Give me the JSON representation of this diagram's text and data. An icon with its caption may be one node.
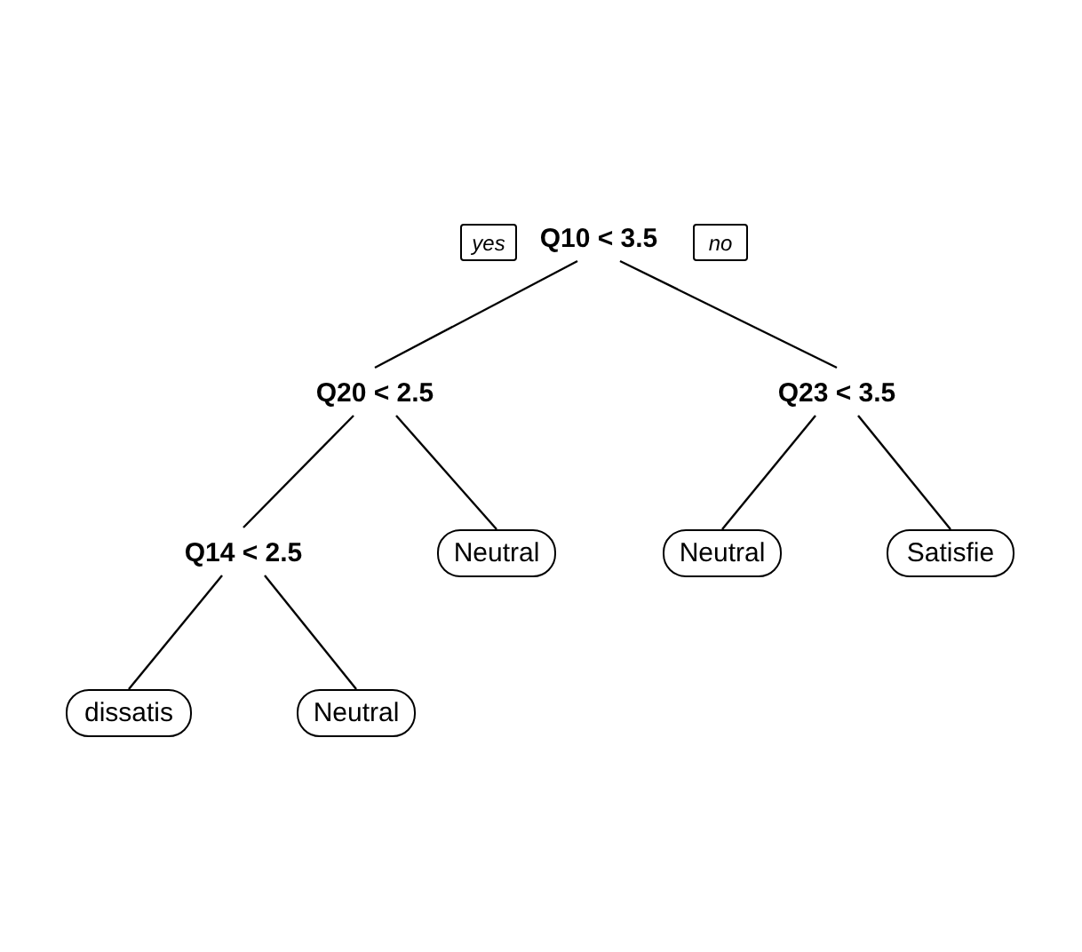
{
  "diagram": {
    "nodes": [
      {
        "text": [
          "yes"
        ]
      },
      {
        "text": [
          "Q10 < 3.5"
        ]
      },
      {
        "text": [
          "no"
        ]
      },
      {
        "text": [
          "Q20 < 2.5"
        ]
      },
      {
        "text": [
          "Q23 < 3.5"
        ]
      },
      {
        "text": [
          "Q14 < 2.5"
        ]
      },
      {
        "text": [
          "Neutral"
        ]
      },
      {
        "text": [
          "Neutral"
        ]
      },
      {
        "text": [
          "Satisfie"
        ]
      },
      {
        "text": [
          "dissatis"
        ]
      },
      {
        "text": [
          "Neutral"
        ]
      }
    ],
    "edges": [
      {
        "from": 1,
        "to": 3,
        "arrow": "none"
      },
      {
        "from": 1,
        "to": 4,
        "arrow": "none"
      },
      {
        "from": 3,
        "to": 5,
        "arrow": "none"
      },
      {
        "from": 3,
        "to": 6,
        "arrow": "none"
      },
      {
        "from": 4,
        "to": 7,
        "arrow": "none"
      },
      {
        "from": 4,
        "to": 8,
        "arrow": "none"
      },
      {
        "from": 5,
        "to": 9,
        "arrow": "none"
      },
      {
        "from": 5,
        "to": 10,
        "arrow": "none"
      }
    ]
  }
}
